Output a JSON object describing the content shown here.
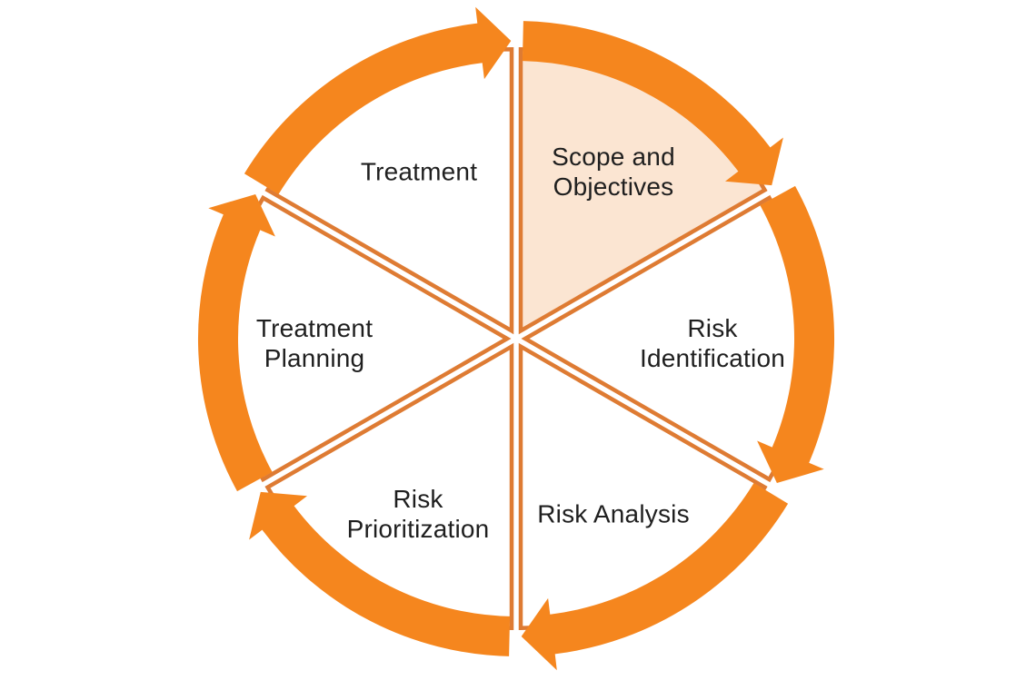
{
  "diagram": {
    "type": "cycle",
    "direction": "clockwise",
    "segments": [
      {
        "id": "scope-and-objectives",
        "label": "Scope and\nObjectives",
        "highlighted": true
      },
      {
        "id": "risk-identification",
        "label": "Risk\nIdentification",
        "highlighted": false
      },
      {
        "id": "risk-analysis",
        "label": "Risk Analysis",
        "highlighted": false
      },
      {
        "id": "risk-prioritization",
        "label": "Risk\nPrioritization",
        "highlighted": false
      },
      {
        "id": "treatment-planning",
        "label": "Treatment\nPlanning",
        "highlighted": false
      },
      {
        "id": "treatment",
        "label": "Treatment",
        "highlighted": false
      }
    ],
    "colors": {
      "arrow_orange": "#F5861E",
      "outline_orange": "#DE7B33",
      "highlight_fill": "#FBE5D2",
      "segment_fill": "#FFFFFF",
      "label_text": "#1F1F1F",
      "background": "#FFFFFF"
    }
  }
}
